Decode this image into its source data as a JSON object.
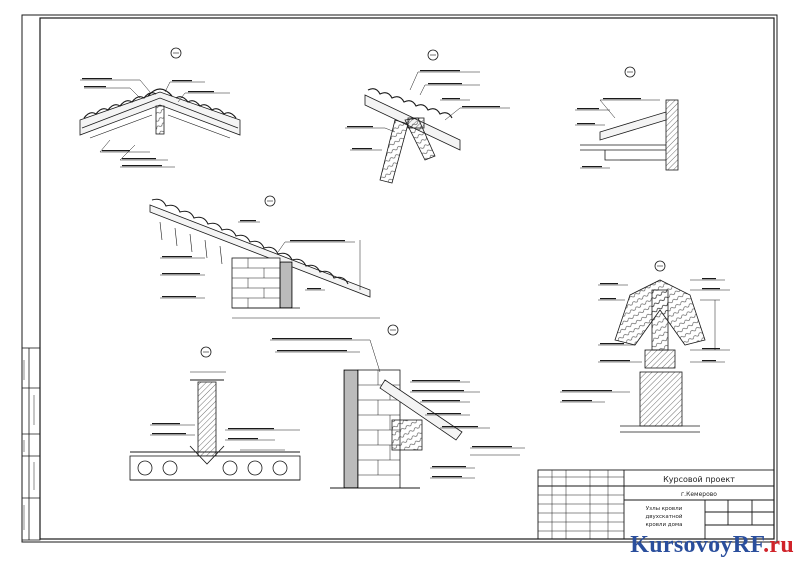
{
  "title_block": {
    "project": "Курсовой проект",
    "city": "г.Кемерово",
    "sheet_title_line1": "Узлы кровли",
    "sheet_title_line2": "двухскатной",
    "sheet_title_line3": "кровли дома"
  },
  "watermark": {
    "brand": "KursovoyRF",
    "tld": ".ru",
    "color_main": "#2a4e9c",
    "color_accent": "#d0232a"
  },
  "colors": {
    "line": "#1a1a1a",
    "background": "#ffffff"
  }
}
